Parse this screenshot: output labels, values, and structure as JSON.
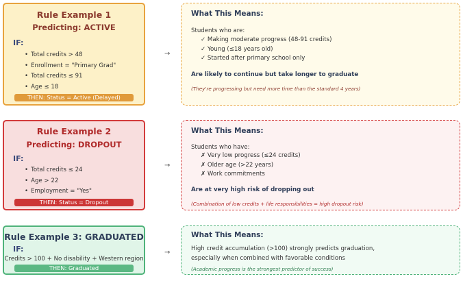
{
  "colors": {
    "active_border": "#e8a33e",
    "active_bg": "#fdf1c8",
    "active_title": "#8b3a2e",
    "active_then": "#e09a3a",
    "dropout_border": "#d33b3b",
    "dropout_bg": "#f8dede",
    "dropout_title": "#b02a2a",
    "dropout_then": "#cc3636",
    "graduated_border": "#4fb37a",
    "graduated_bg": "#e0f5e8",
    "graduated_title": "#2f3e59",
    "graduated_then": "#5bb883",
    "means_active_border": "#e8a33e",
    "means_active_bg": "#fffbea",
    "means_dropout_border": "#d33b3b",
    "means_dropout_bg": "#fdf2f2",
    "means_graduated_border": "#4fb37a",
    "means_graduated_bg": "#f1fbf4"
  },
  "rules": [
    {
      "title": "Rule Example 1",
      "predicting": "Predicting: ACTIVE",
      "if_label": "IF:",
      "conditions": [
        "Total credits > 48",
        "Enrollment = \"Primary Grad\"",
        "Total credits ≤ 91",
        "Age ≤ 18"
      ],
      "then": "THEN: Status = Active (Delayed)"
    },
    {
      "title": "Rule Example 2",
      "predicting": "Predicting: DROPOUT",
      "if_label": "IF:",
      "conditions": [
        "Total credits ≤ 24",
        "Age > 22",
        "Employment = \"Yes\""
      ],
      "then": "THEN: Status = Dropout"
    },
    {
      "title": "Rule Example 3: GRADUATED",
      "if_label": "IF:",
      "condition_line": "Credits > 100 + No disability + Western region",
      "then": "THEN: Graduated"
    }
  ],
  "arrow": "→",
  "meanings": [
    {
      "title": "What This Means:",
      "intro": "Students who are:",
      "checks": [
        "✓ Making moderate progress (48-91 credits)",
        "✓ Young (≤18 years old)",
        "✓ Started after primary school only"
      ],
      "conclusion": "Are likely to continue but take longer to graduate",
      "note": "(They're progressing but need more time than the standard 4 years)"
    },
    {
      "title": "What This Means:",
      "intro": "Students who have:",
      "checks": [
        "✗ Very low progress (≤24 credits)",
        "✗ Older age (>22 years)",
        "✗ Work commitments"
      ],
      "conclusion": "Are at very high risk of dropping out",
      "note": "(Combination of low credits + life responsibilities = high dropout risk)"
    },
    {
      "title": "What This Means:",
      "para1": "High credit accumulation (>100) strongly predicts graduation,",
      "para2": "especially when combined with favorable conditions",
      "note": "(Academic progress is the strongest predictor of success)"
    }
  ]
}
